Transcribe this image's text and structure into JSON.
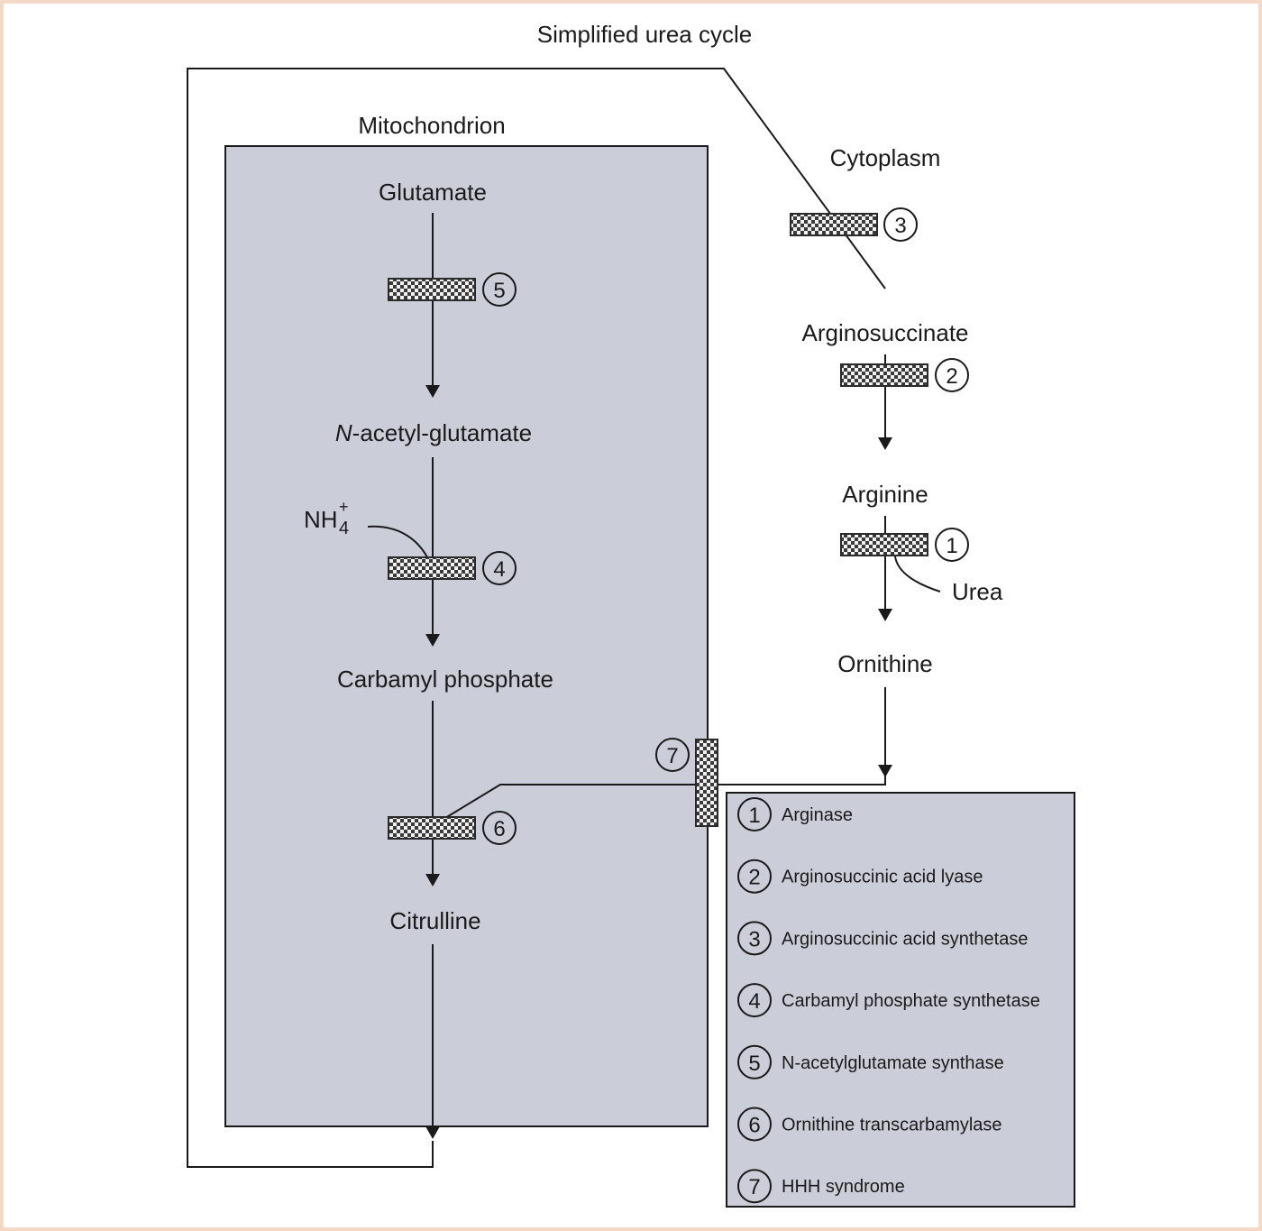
{
  "title": "Simplified urea cycle",
  "compartments": {
    "mitochondrion": "Mitochondrion",
    "cytoplasm": "Cytoplasm"
  },
  "colors": {
    "compartment_fill": "#cbcdd9",
    "line": "#1a1a1a",
    "frame_border": "#f3d9c6"
  },
  "metabolites": {
    "glutamate": "Glutamate",
    "n_acetyl_glutamate_italic": "N",
    "n_acetyl_glutamate_rest": "-acetyl-glutamate",
    "carbamyl_phosphate": "Carbamyl phosphate",
    "citrulline": "Citrulline",
    "arginosuccinate": "Arginosuccinate",
    "arginine": "Arginine",
    "ornithine": "Ornithine",
    "urea": "Urea",
    "nh4_base": "NH",
    "nh4_sub": "4",
    "nh4_sup": "+"
  },
  "enzyme_markers": [
    "1",
    "2",
    "3",
    "4",
    "5",
    "6",
    "7"
  ],
  "legend": [
    {
      "num": "1",
      "label": "Arginase"
    },
    {
      "num": "2",
      "label": "Arginosuccinic acid lyase"
    },
    {
      "num": "3",
      "label": "Arginosuccinic acid synthetase"
    },
    {
      "num": "4",
      "label": "Carbamyl phosphate synthetase"
    },
    {
      "num": "5",
      "label": "N-acetylglutamate synthase"
    },
    {
      "num": "6",
      "label": "Ornithine transcarbamylase"
    },
    {
      "num": "7",
      "label": "HHH syndrome"
    }
  ]
}
